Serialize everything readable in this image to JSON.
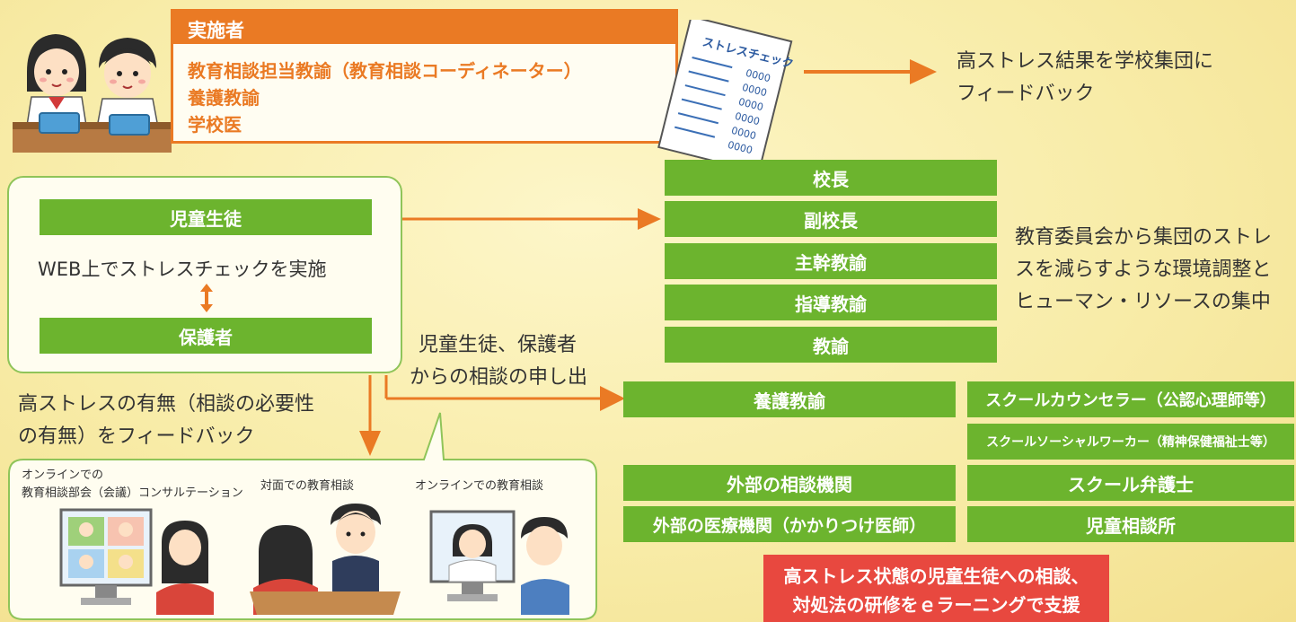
{
  "implementer": {
    "header": "実施者",
    "lines": [
      "教育相談担当教諭（教育相談コーディネーター）",
      "養護教諭",
      "学校医"
    ]
  },
  "stress_sheet": {
    "title": "ストレスチェック",
    "score_text": "0000"
  },
  "feedback_group": {
    "line1": "高ストレス結果を学校集団に",
    "line2": "フィードバック"
  },
  "student_box": {
    "students_label": "児童生徒",
    "web_text": "WEB上でストレスチェックを実施",
    "guardians_label": "保護者"
  },
  "admin_stack": [
    "校長",
    "副校長",
    "主幹教諭",
    "指導教諭",
    "教諭"
  ],
  "board_text": {
    "line1": "教育委員会から集団のストレ",
    "line2": "スを減らすような環境調整と",
    "line3": "ヒューマン・リソースの集中"
  },
  "request_text": {
    "line1": "児童生徒、保護者",
    "line2": "からの相談の申し出"
  },
  "feedback_individual": {
    "line1": "高ストレスの有無（相談の必要性",
    "line2": "の有無）をフィードバック"
  },
  "support": {
    "nurse": "養護教諭",
    "counselor": "スクールカウンセラー（公認心理師等）",
    "social_worker": "スクールソーシャルワーカー（精神保健福祉士等）",
    "external_consult": "外部の相談機関",
    "lawyer": "スクール弁護士",
    "external_medical": "外部の医療機関（かかりつけ医師）",
    "child_center": "児童相談所"
  },
  "consult_modes": {
    "online_meeting_line1": "オンラインでの",
    "online_meeting_line2": "教育相談部会（会議）コンサルテーション",
    "face_to_face": "対面での教育相談",
    "online_consult": "オンラインでの教育相談"
  },
  "elearning": {
    "line1": "高ストレス状態の児童生徒への相談、",
    "line2": "対処法の研修をｅラーニングで支援"
  },
  "colors": {
    "green": "#6cb42e",
    "orange": "#ea7a24",
    "red": "#e8483f",
    "box_border": "#8fc459"
  }
}
